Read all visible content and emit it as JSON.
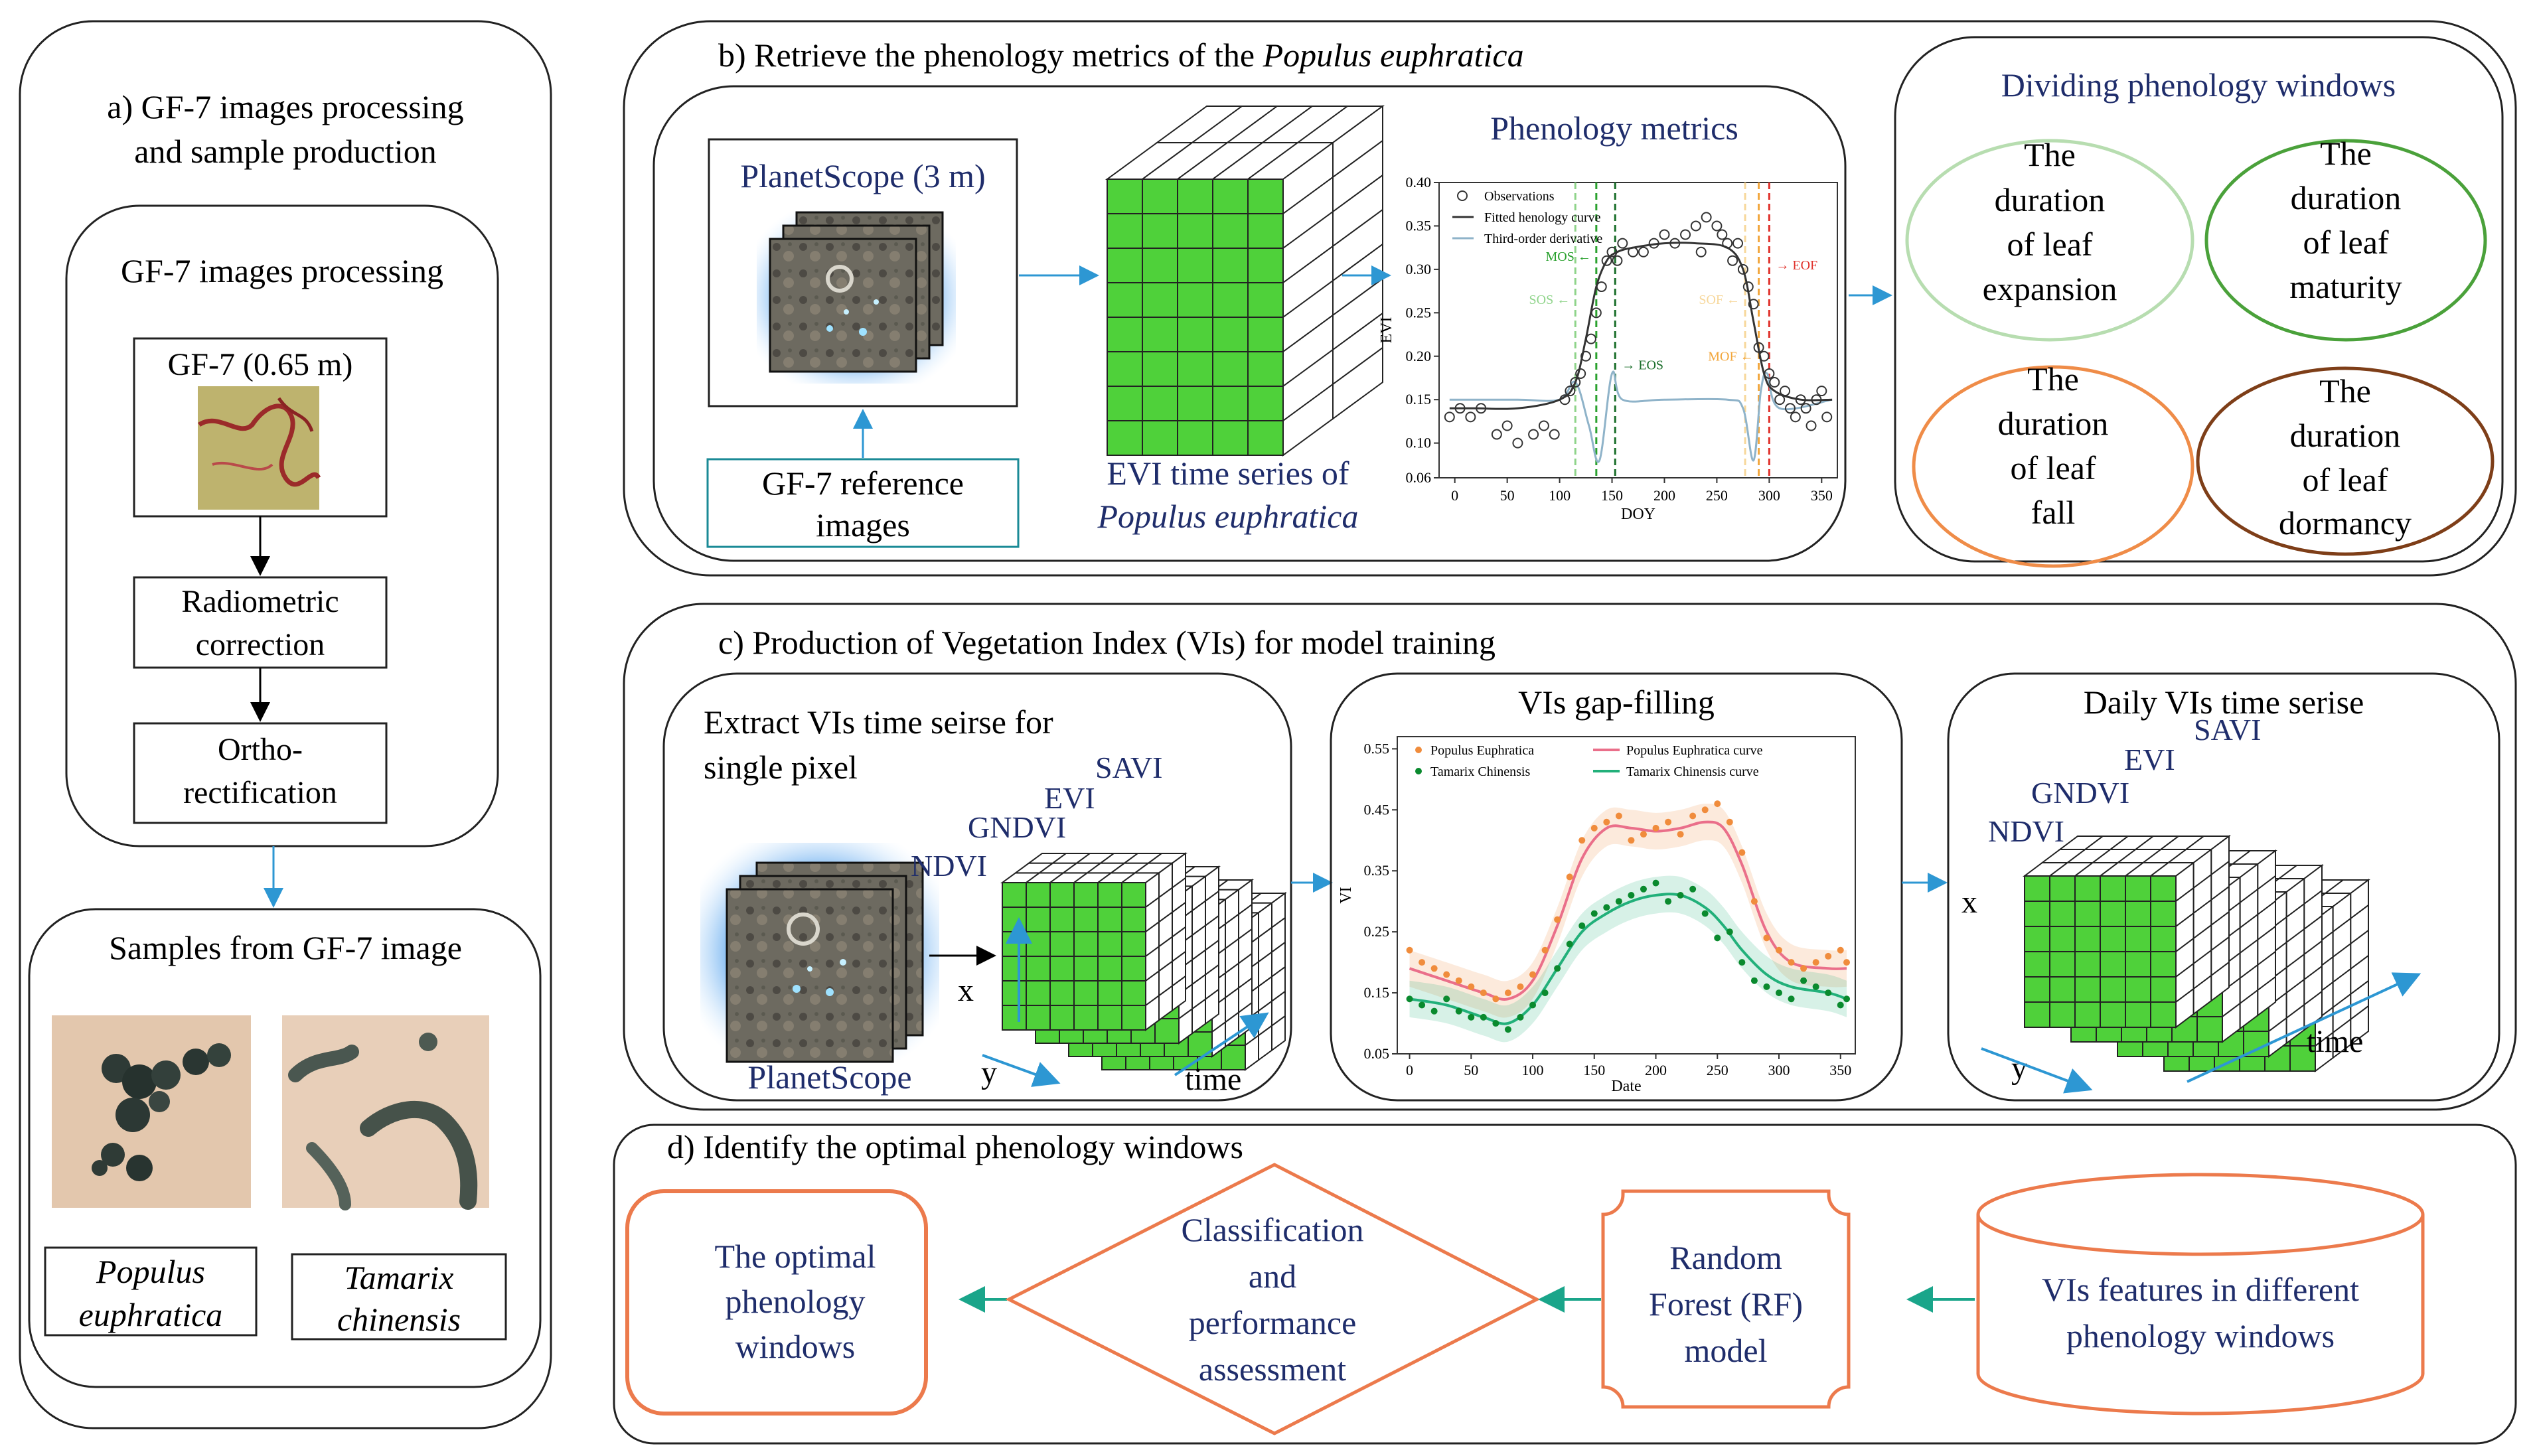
{
  "colors": {
    "navy": "#1f2d6b",
    "blue_arrow": "#2d97d3",
    "teal_arrow": "#1aa58a",
    "green_cube": "#4fd13a",
    "orange_box": "#ec7a4c",
    "obs_line": "#3a3a3a",
    "deriv_line": "#8fb3c9",
    "pe_color": "#f08c3c",
    "pe_curve": "#ea6f8a",
    "tc_color": "#0a8a2e",
    "tc_curve": "#22b07a"
  },
  "panel_a": {
    "title_line1": "a) GF-7 images processing",
    "title_line2": "and sample production",
    "sub_title": "GF-7 images processing",
    "gf7_label": "GF-7 (0.65 m)",
    "step1_line1": "Radiometric",
    "step1_line2": "correction",
    "step2_line1": "Ortho-",
    "step2_line2": "rectification",
    "samples_title": "Samples from GF-7 image",
    "sample1_line1": "Populus",
    "sample1_line2": "euphratica",
    "sample2_line1": "Tamarix",
    "sample2_line2": "chinensis"
  },
  "panel_b": {
    "title_prefix": "b) Retrieve the phenology metrics of the ",
    "title_italic": "Populus euphratica",
    "planet_label": "PlanetScope (3 m)",
    "ref_line1": "GF-7 reference",
    "ref_line2": "images",
    "evi_line1": "EVI time series of",
    "evi_line2": "Populus  euphratica",
    "metrics_title": "Phenology metrics",
    "windows_title": "Dividing phenology  windows",
    "ellipses": [
      {
        "lines": [
          "The",
          "duration",
          "of leaf",
          "expansion"
        ]
      },
      {
        "lines": [
          "The",
          "duration",
          "of leaf",
          "maturity"
        ]
      },
      {
        "lines": [
          "The",
          "duration",
          "of leaf",
          "fall"
        ]
      },
      {
        "lines": [
          "The",
          "duration",
          "of leaf",
          "dormancy"
        ]
      }
    ]
  },
  "panel_c": {
    "title": "c) Production of Vegetation Index (VIs) for model training",
    "extract_line1": "Extract VIs time seirse for",
    "extract_line2": "single pixel",
    "planet_label": "PlanetScope",
    "gapfill_title": "VIs gap-filling",
    "daily_title": "Daily VIs time serise",
    "vi_names": [
      "NDVI",
      "GNDVI",
      "EVI",
      "SAVI"
    ],
    "axis_x": "x",
    "axis_y": "y",
    "axis_time": "time"
  },
  "panel_d": {
    "title": "d) Identify the optimal phenology windows",
    "opt_line1": "The optimal",
    "opt_line2": "phenology",
    "opt_line3": "windows",
    "class_line1": "Classification",
    "class_line2": "and",
    "class_line3": "performance",
    "class_line4": "assessment",
    "rf_line1": "Random",
    "rf_line2": "Forest (RF)",
    "rf_line3": "model",
    "vif_line1": "VIs features in different",
    "vif_line2": "phenology windows"
  },
  "chart_data": [
    {
      "type": "scatter",
      "title": "",
      "xlabel": "DOY",
      "ylabel": "EVI",
      "xlim": [
        -15,
        365
      ],
      "ylim": [
        0.06,
        0.4
      ],
      "x_ticks": [
        "0",
        "50",
        "100",
        "150",
        "200",
        "250",
        "300",
        "350"
      ],
      "y_ticks": [
        "0.06",
        "0.10",
        "0.15",
        "0.20",
        "0.25",
        "0.30",
        "0.35",
        "0.40"
      ],
      "legend": [
        "Observations",
        "Fitted henology curve",
        "Third-order derivative"
      ],
      "legend_position": "top-left",
      "markers": [
        {
          "label": "MOS",
          "doy": 135,
          "color": "#2aa12e"
        },
        {
          "label": "SOS",
          "doy": 115,
          "color": "#8fd48a"
        },
        {
          "label": "EOS",
          "doy": 153,
          "color": "#1a6e2a"
        },
        {
          "label": "MOF",
          "doy": 290,
          "color": "#f2a63b"
        },
        {
          "label": "EOF",
          "doy": 300,
          "color": "#e0302a"
        },
        {
          "label": "SOF",
          "doy": 277,
          "color": "#f7d79a"
        }
      ],
      "series": [
        {
          "name": "Observations",
          "x": [
            -5,
            5,
            15,
            25,
            40,
            50,
            60,
            75,
            85,
            95,
            105,
            110,
            115,
            120,
            125,
            130,
            135,
            140,
            145,
            150,
            155,
            160,
            170,
            180,
            190,
            200,
            210,
            220,
            230,
            235,
            240,
            250,
            255,
            260,
            265,
            270,
            275,
            280,
            285,
            290,
            295,
            300,
            305,
            310,
            315,
            320,
            325,
            330,
            335,
            340,
            345,
            350,
            355
          ],
          "y": [
            0.13,
            0.14,
            0.13,
            0.14,
            0.11,
            0.12,
            0.1,
            0.11,
            0.12,
            0.11,
            0.15,
            0.16,
            0.17,
            0.18,
            0.2,
            0.22,
            0.25,
            0.28,
            0.31,
            0.32,
            0.31,
            0.33,
            0.32,
            0.32,
            0.33,
            0.34,
            0.33,
            0.34,
            0.35,
            0.32,
            0.36,
            0.35,
            0.34,
            0.33,
            0.31,
            0.33,
            0.3,
            0.28,
            0.26,
            0.21,
            0.2,
            0.18,
            0.17,
            0.15,
            0.16,
            0.14,
            0.13,
            0.15,
            0.14,
            0.12,
            0.15,
            0.16,
            0.13
          ]
        },
        {
          "name": "Fitted henology curve",
          "x": [
            -5,
            20,
            60,
            100,
            115,
            125,
            135,
            145,
            155,
            170,
            200,
            230,
            260,
            275,
            285,
            295,
            305,
            330,
            360
          ],
          "y": [
            0.14,
            0.14,
            0.14,
            0.15,
            0.17,
            0.22,
            0.28,
            0.31,
            0.32,
            0.325,
            0.33,
            0.33,
            0.325,
            0.3,
            0.24,
            0.18,
            0.16,
            0.15,
            0.15
          ]
        },
        {
          "name": "Third-order derivative",
          "x": [
            -5,
            60,
            100,
            115,
            128,
            138,
            150,
            160,
            200,
            260,
            275,
            285,
            292,
            298,
            310,
            360
          ],
          "y": [
            0.15,
            0.15,
            0.15,
            0.17,
            0.12,
            0.08,
            0.18,
            0.15,
            0.15,
            0.15,
            0.14,
            0.08,
            0.16,
            0.18,
            0.14,
            0.15
          ]
        }
      ]
    },
    {
      "type": "scatter",
      "title": "",
      "xlabel": "Date",
      "ylabel": "VI",
      "xlim": [
        -10,
        362
      ],
      "ylim": [
        0.05,
        0.57
      ],
      "x_ticks": [
        "0",
        "50",
        "100",
        "150",
        "200",
        "250",
        "300",
        "350"
      ],
      "y_ticks": [
        "0.05",
        "0.15",
        "0.25",
        "0.35",
        "0.45",
        "0.55"
      ],
      "legend_position": "top-left",
      "series": [
        {
          "name": "Populus Euphratica",
          "x": [
            0,
            10,
            20,
            30,
            40,
            50,
            60,
            70,
            80,
            90,
            100,
            110,
            120,
            130,
            140,
            150,
            160,
            170,
            180,
            190,
            200,
            210,
            220,
            230,
            240,
            250,
            260,
            270,
            280,
            290,
            300,
            310,
            320,
            330,
            340,
            350,
            355
          ],
          "y": [
            0.22,
            0.2,
            0.19,
            0.18,
            0.17,
            0.16,
            0.15,
            0.14,
            0.15,
            0.16,
            0.18,
            0.22,
            0.27,
            0.34,
            0.4,
            0.42,
            0.43,
            0.44,
            0.4,
            0.41,
            0.42,
            0.43,
            0.41,
            0.44,
            0.45,
            0.46,
            0.43,
            0.38,
            0.3,
            0.24,
            0.22,
            0.2,
            0.19,
            0.2,
            0.21,
            0.22,
            0.2
          ]
        },
        {
          "name": "Populus Euphratica curve",
          "x": [
            0,
            30,
            60,
            80,
            100,
            120,
            140,
            160,
            180,
            200,
            220,
            240,
            255,
            270,
            290,
            310,
            340,
            355
          ],
          "y": [
            0.19,
            0.17,
            0.15,
            0.14,
            0.17,
            0.26,
            0.37,
            0.42,
            0.42,
            0.415,
            0.42,
            0.43,
            0.42,
            0.36,
            0.25,
            0.2,
            0.19,
            0.19
          ]
        },
        {
          "name": "Tamarix Chinensis",
          "x": [
            0,
            10,
            20,
            30,
            40,
            50,
            60,
            70,
            80,
            90,
            100,
            110,
            120,
            130,
            140,
            150,
            160,
            170,
            180,
            190,
            200,
            210,
            220,
            230,
            240,
            250,
            260,
            270,
            280,
            290,
            300,
            310,
            320,
            330,
            340,
            350,
            355
          ],
          "y": [
            0.14,
            0.13,
            0.12,
            0.14,
            0.12,
            0.11,
            0.11,
            0.1,
            0.09,
            0.11,
            0.13,
            0.15,
            0.19,
            0.23,
            0.26,
            0.28,
            0.29,
            0.3,
            0.31,
            0.32,
            0.33,
            0.3,
            0.31,
            0.32,
            0.28,
            0.24,
            0.25,
            0.2,
            0.17,
            0.16,
            0.15,
            0.14,
            0.17,
            0.16,
            0.15,
            0.13,
            0.14
          ]
        },
        {
          "name": "Tamarix Chinensis curve",
          "x": [
            0,
            30,
            60,
            80,
            100,
            120,
            140,
            160,
            180,
            200,
            220,
            240,
            255,
            270,
            290,
            310,
            340,
            355
          ],
          "y": [
            0.14,
            0.13,
            0.11,
            0.1,
            0.13,
            0.19,
            0.25,
            0.28,
            0.3,
            0.31,
            0.31,
            0.29,
            0.26,
            0.22,
            0.18,
            0.16,
            0.15,
            0.14
          ]
        }
      ]
    }
  ]
}
